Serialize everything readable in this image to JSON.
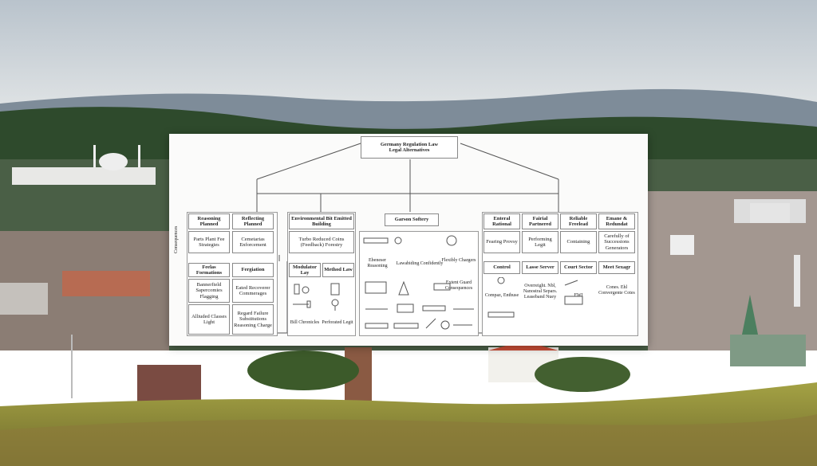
{
  "chart_title": [
    "Germany Regulation Law",
    "Legal Alternatives"
  ],
  "side_label": "Consequences",
  "branch_left": {
    "top": [
      {
        "title": "Reasoning Planned",
        "body": "Parts Plant Fee Strategies"
      },
      {
        "title": "Reflecting Planned",
        "body": "Cemetarias Enforcement"
      }
    ],
    "bottom": [
      {
        "title": "Feelas Formations",
        "body": "Bannerfield Sapercomies Flagging"
      },
      {
        "title": "Fergiation",
        "body": "Eated Recoverer Commerages"
      },
      {
        "title": "",
        "body": "Alliuded Classes Light"
      },
      {
        "title": "",
        "body": "Regard Failure Substitutions Reasoning Charge"
      }
    ]
  },
  "branch_mid1": {
    "title": "Environmental Bit Emitted Building",
    "body": "Turbo Reduced Coins (Feedback) Forestry",
    "bottom": [
      {
        "title": "Modulator Lay",
        "body": ""
      },
      {
        "title": "Method Law",
        "body": ""
      },
      {
        "title": "",
        "body": "Bill Chronicles"
      },
      {
        "title": "",
        "body": "Perforated Legit"
      }
    ]
  },
  "branch_mid2": {
    "title": "Garson Softery",
    "items": [
      {
        "label": "Ebeneser Reasoning"
      },
      {
        "label": "Lawabiding"
      },
      {
        "label": "Confidently"
      },
      {
        "label": "Flexibly Chargers"
      },
      {
        "label": "Extent Guard Consequences"
      }
    ]
  },
  "branch_right": {
    "top": [
      {
        "title": "Enteral Rational",
        "body": "Fearing Provsy"
      },
      {
        "title": "Fairial Partnered",
        "body": "Performing Legit"
      },
      {
        "title": "Reliable Freelead",
        "body": "Containing"
      },
      {
        "title": "Emane & Redundat",
        "body": "Carefully of Successions Generators"
      }
    ],
    "bottom": [
      {
        "title": "Control",
        "body": "Compaz, Enthuse"
      },
      {
        "title": "Lasse Server",
        "body": "Overreight. Nbl, Nanostral Separs. Leaseband Nuey"
      },
      {
        "title": "Court Sector",
        "body": "FWI"
      },
      {
        "title": "Meet Sexagr",
        "body": "Cones. Ehl Convergente Cotes"
      }
    ]
  },
  "colors": {
    "sky": "#c9d3dc",
    "hills": "#2f4b32",
    "grass": "#8a9a3a",
    "paper": "#fbfbfa"
  }
}
